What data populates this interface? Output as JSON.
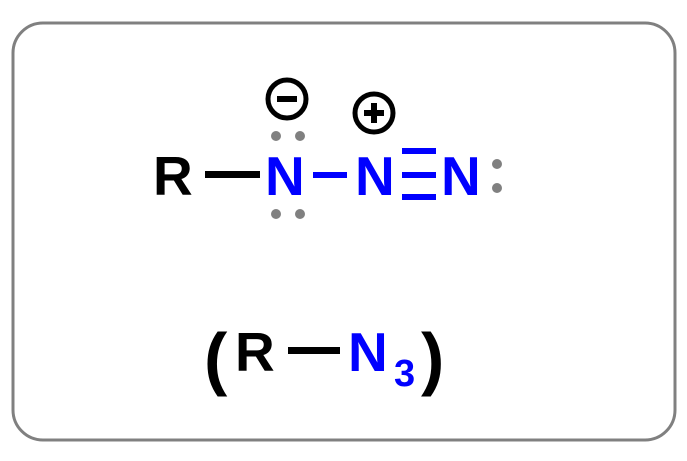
{
  "colors": {
    "nitrogen": "#0000ff",
    "carbon_group": "#000000",
    "electrons": "#808080",
    "border": "#808080"
  },
  "structure": {
    "r_group": "R",
    "n1": "N",
    "n2": "N",
    "n3": "N",
    "n1_charge": "negative",
    "n2_charge": "positive"
  },
  "formula": {
    "open_paren": "(",
    "r_group": "R",
    "n": "N",
    "subscript": "3",
    "close_paren": ")"
  }
}
